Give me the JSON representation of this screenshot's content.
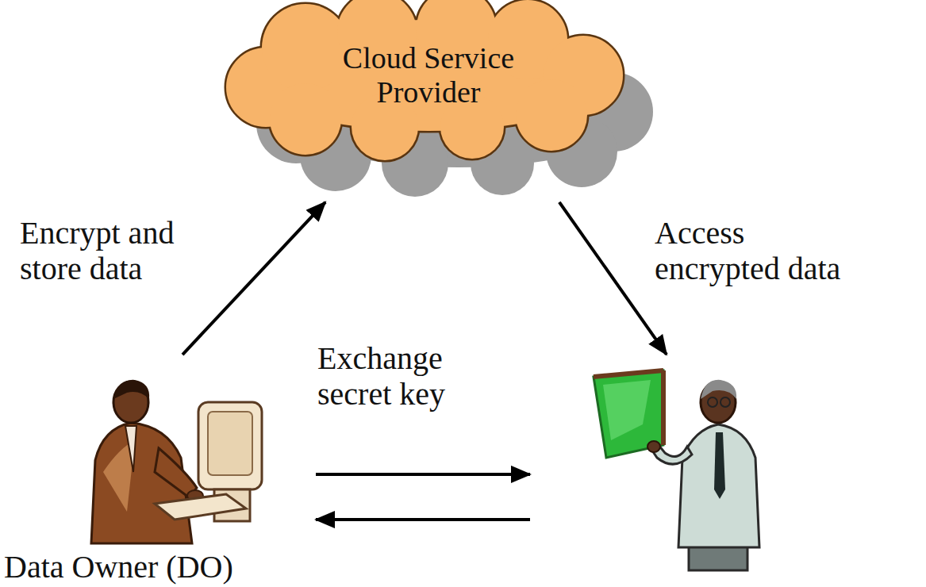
{
  "diagram": {
    "nodes": [
      {
        "text": [
          "Cloud Service Provider"
        ]
      },
      {
        "text": [
          "Data Owner (DO)"
        ]
      },
      {
        "text": []
      }
    ],
    "edges": [
      {
        "from": 1,
        "to": 0,
        "arrow": "to",
        "label": "Encrypt and store data"
      },
      {
        "from": 0,
        "to": 2,
        "arrow": "to",
        "label": "Access encrypted data"
      },
      {
        "from": 1,
        "to": 2,
        "arrow": "to",
        "label": "Exchange secret key"
      },
      {
        "from": 2,
        "to": 1,
        "arrow": "to"
      }
    ]
  }
}
